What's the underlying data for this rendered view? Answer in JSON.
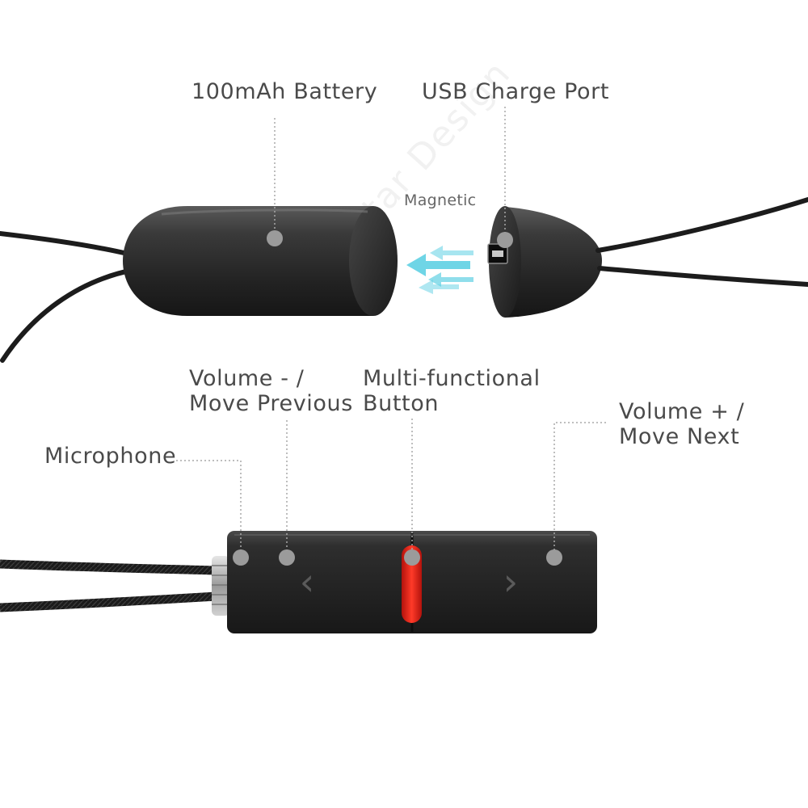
{
  "labels": {
    "battery": "100mAh Battery",
    "usb_port": "USB Charge Port",
    "magnetic": "Magnetic",
    "volume_down_line1": "Volume - /",
    "volume_down_line2": "Move Previous",
    "multi_button_line1": "Multi-functional",
    "multi_button_line2": "Button",
    "volume_up_line1": "Volume + /",
    "volume_up_line2": "Move Next",
    "microphone": "Microphone"
  },
  "control_glyphs": {
    "previous": "‹",
    "next": "›"
  },
  "watermark": "Astar Design",
  "colors": {
    "device_body": "#2b2b2b",
    "button_accent": "#e8261a",
    "arrow_accent": "#5fd0e3",
    "marker_dot": "#9b9b9b",
    "label_text": "#4a4a4a"
  }
}
